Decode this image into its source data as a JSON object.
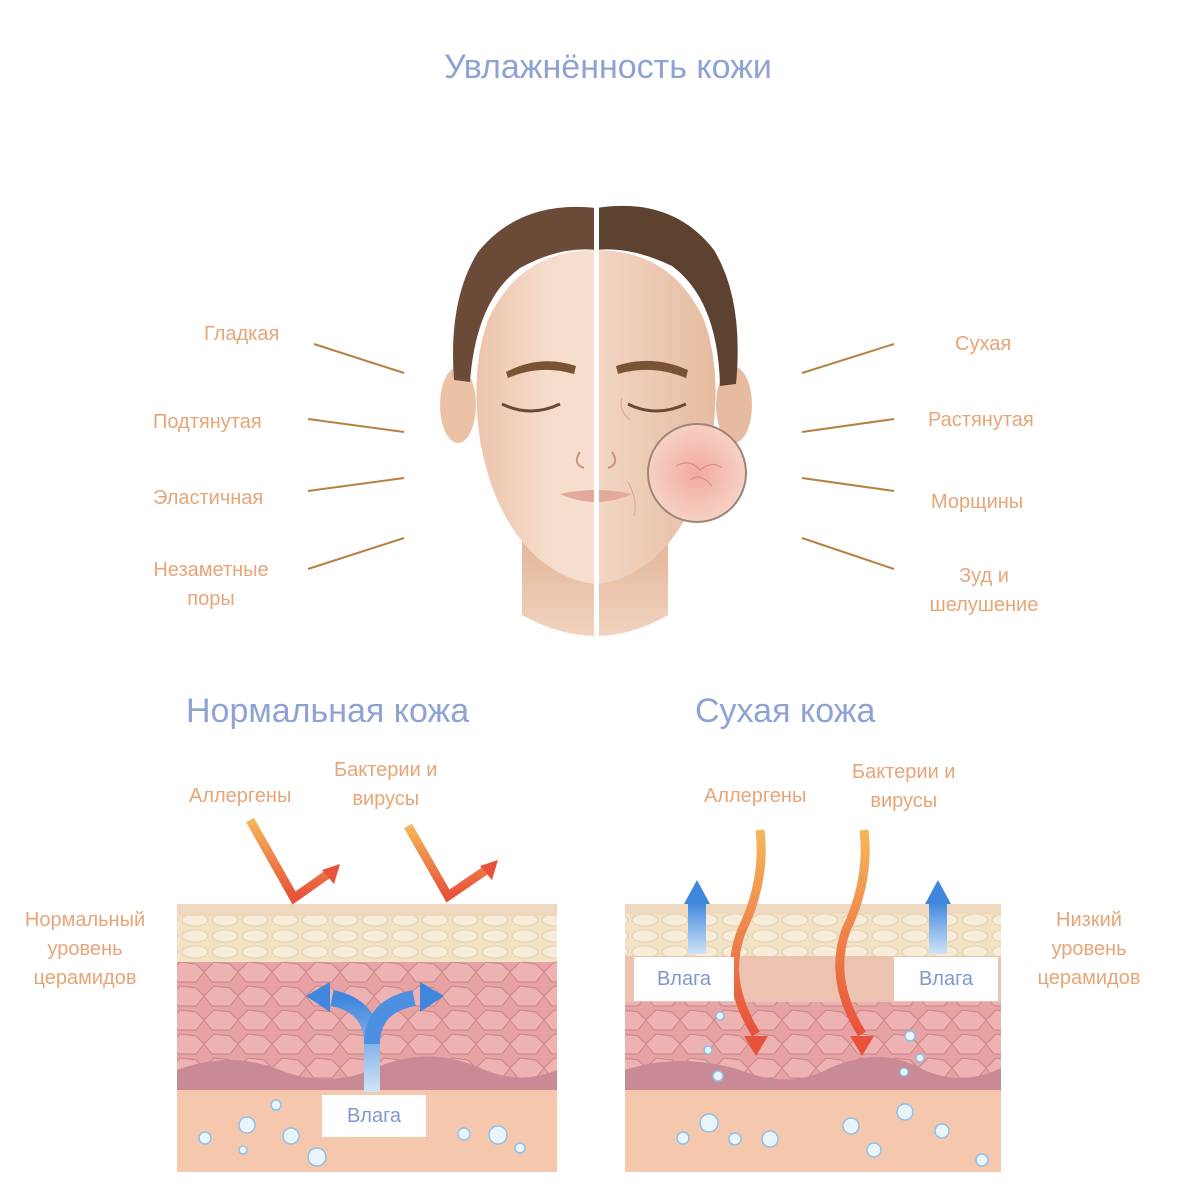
{
  "title": "Увлажнённость кожи",
  "face": {
    "left_labels": [
      "Гладкая",
      "Подтянутая",
      "Эластичная"
    ],
    "left_label_4_line1": "Незаметные",
    "left_label_4_line2": "поры",
    "right_labels": [
      "Сухая",
      "Растянутая",
      "Морщины"
    ],
    "right_label_4_line1": "Зуд и",
    "right_label_4_line2": "шелушение"
  },
  "normal_skin": {
    "title": "Нормальная кожа",
    "allergens": "Аллергены",
    "bacteria_line1": "Бактерии и",
    "bacteria_line2": "вирусы",
    "ceramide_line1": "Нормальный",
    "ceramide_line2": "уровень",
    "ceramide_line3": "церамидов",
    "moisture": "Влага"
  },
  "dry_skin": {
    "title": "Сухая кожа",
    "allergens": "Аллергены",
    "bacteria_line1": "Бактерии и",
    "bacteria_line2": "вирусы",
    "ceramide_line1": "Низкий",
    "ceramide_line2": "уровень",
    "ceramide_line3": "церамидов",
    "moisture_left": "Влага",
    "moisture_right": "Влага"
  },
  "colors": {
    "title": "#8ea3d4",
    "label": "#e7a577",
    "pointer_line": "#b8803f",
    "skin": "#f3d2bc",
    "hair": "#6a4a36",
    "red_arrow": "#e8513a",
    "blue_arrow": "#4d8fe0"
  }
}
